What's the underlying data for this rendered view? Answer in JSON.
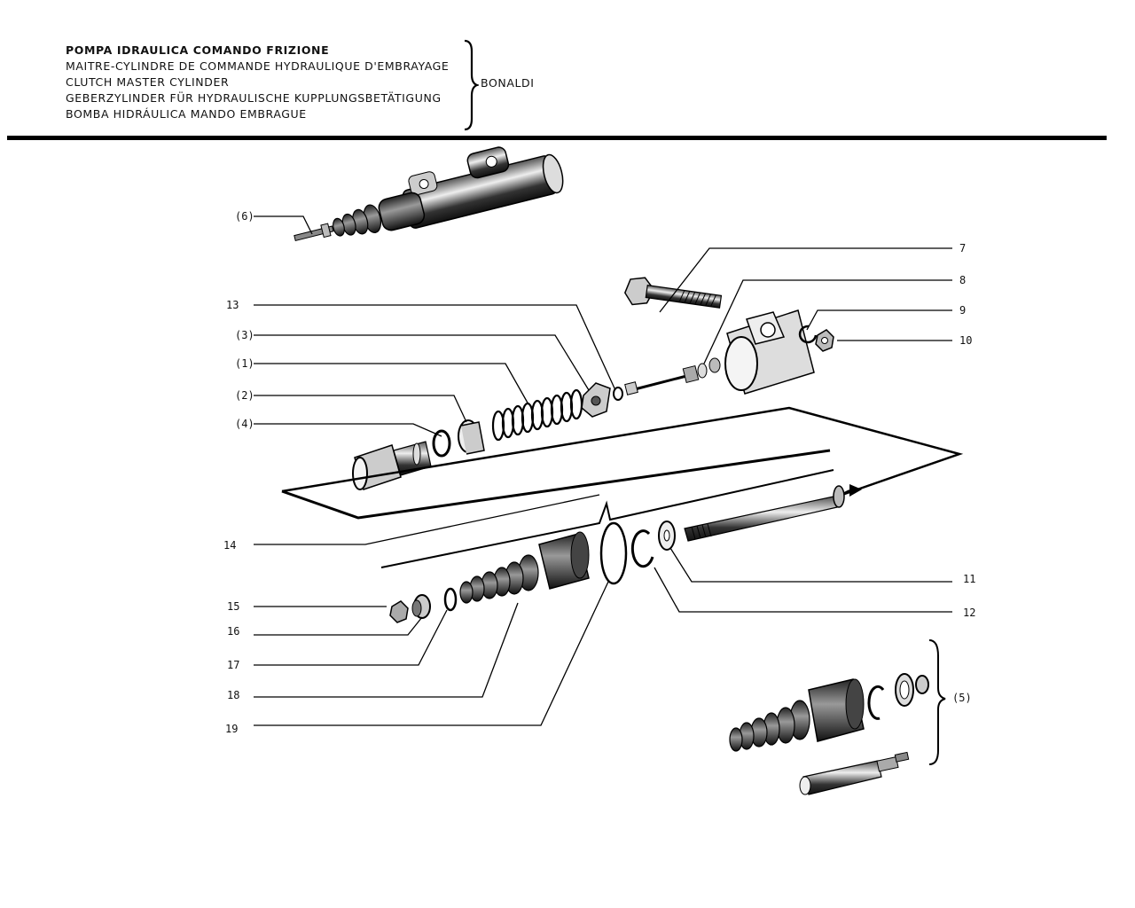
{
  "header": {
    "titles": [
      "POMPA IDRAULICA COMANDO FRIZIONE",
      "MAITRE-CYLINDRE DE COMMANDE HYDRAULIQUE D'EMBRAYAGE",
      "CLUTCH MASTER CYLINDER",
      "GEBERZYLINDER FÜR HYDRAULISCHE KUPPLUNGSBETÄTIGUNG",
      "BOMBA HIDRÁULICA MANDO EMBRAGUE"
    ],
    "manufacturer": "BONALDI"
  },
  "callouts": {
    "c6": "(6)",
    "c7": "7",
    "c8": "8",
    "c9": "9",
    "c10": "10",
    "c13": "13",
    "c3": "(3)",
    "c1": "(1)",
    "c2": "(2)",
    "c4": "(4)",
    "c14": "14",
    "c11": "11",
    "c12": "12",
    "c15": "15",
    "c16": "16",
    "c17": "17",
    "c18": "18",
    "c19": "19",
    "c5": "(5)"
  }
}
